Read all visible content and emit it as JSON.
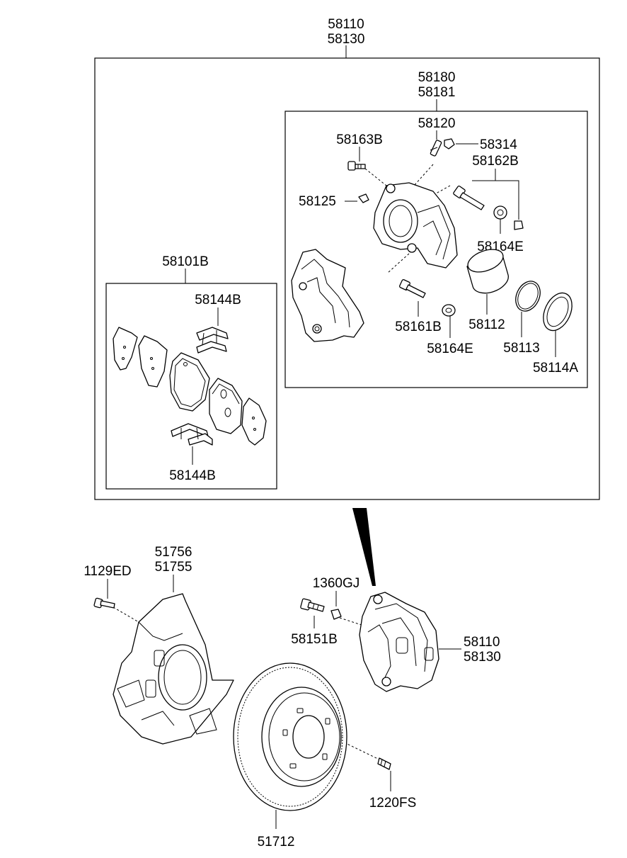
{
  "labels": {
    "assy_top_1": "58110",
    "assy_top_2": "58130",
    "caliper_1": "58180",
    "caliper_2": "58181",
    "bleeder": "58120",
    "bleeder_cap": "58314",
    "bolt_upper": "58163B",
    "guide_pin": "58162B",
    "cap_58125": "58125",
    "boot_upper": "58164E",
    "pad_kit": "58101B",
    "spring_top": "58144B",
    "spring_bottom": "58144B",
    "guide_bolt": "58161B",
    "piston": "58112",
    "boot_lower": "58164E",
    "seal": "58113",
    "piston_boot": "58114A",
    "dust_cover_1": "51756",
    "dust_cover_2": "51755",
    "cover_bolt": "1129ED",
    "washer": "1360GJ",
    "mount_bolt": "58151B",
    "assy_side_1": "58110",
    "assy_side_2": "58130",
    "disc_screw": "1220FS",
    "disc": "51712"
  }
}
